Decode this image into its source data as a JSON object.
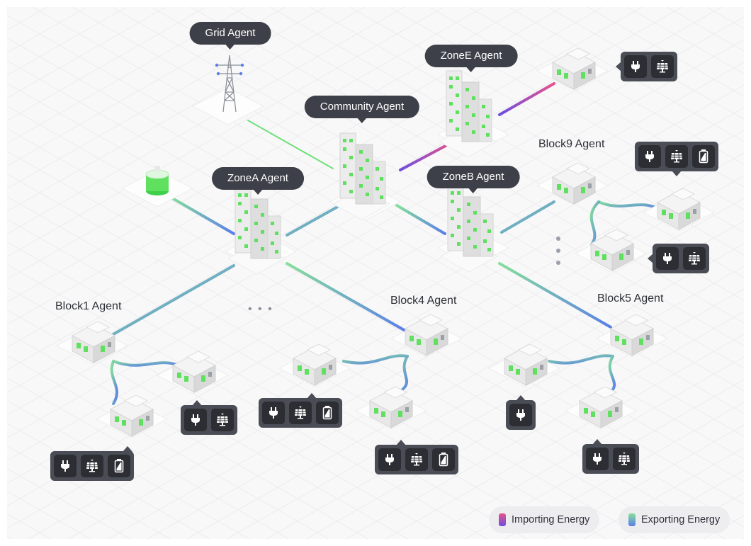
{
  "agents": {
    "grid": "Grid Agent",
    "zone_e": "ZoneE Agent",
    "community": "Community Agent",
    "zone_a": "ZoneA Agent",
    "zone_b": "ZoneB Agent"
  },
  "blocks": {
    "block9": "Block9 Agent",
    "block1": "Block1 Agent",
    "block4": "Block4 Agent",
    "block5": "Block5 Agent"
  },
  "ellipsis": "• • •",
  "devices": [
    "plug-icon",
    "solar-panel-icon",
    "battery-icon"
  ],
  "legend": {
    "importing": "Importing Energy",
    "exporting": "Exporting Energy"
  },
  "colors": {
    "importing": [
      "#e8508a",
      "#6d4fe0"
    ],
    "exporting": [
      "#86e09a",
      "#5b7ee8"
    ],
    "green_window": "#5fe05f",
    "label_bg": "#3d4048"
  }
}
